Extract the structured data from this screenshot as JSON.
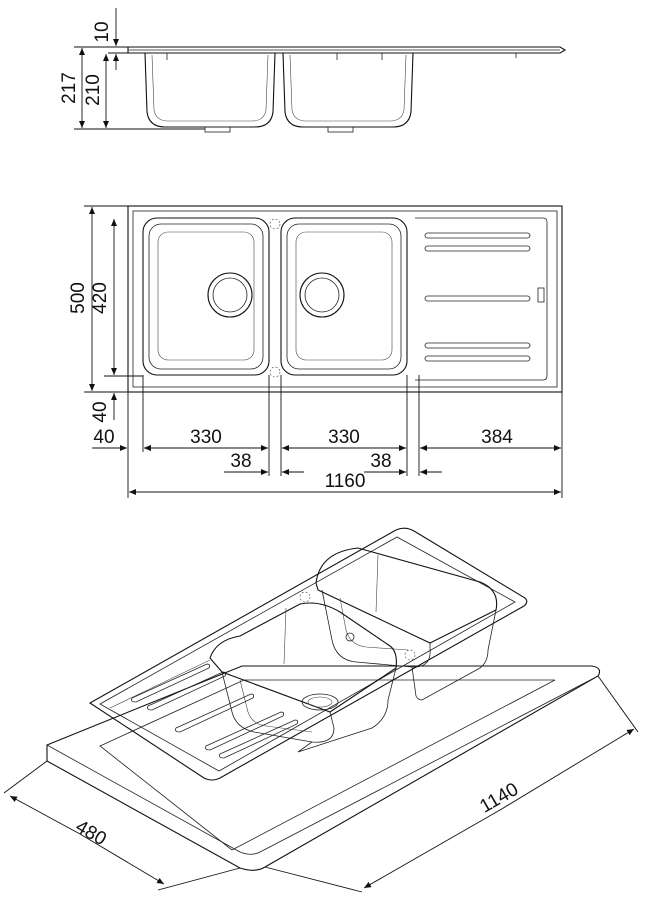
{
  "side_view": {
    "dim_top_thickness": "10",
    "dim_total_depth": "217",
    "dim_bowl_depth": "210"
  },
  "top_view": {
    "dim_width": "500",
    "dim_bowl_height": "420",
    "dim_lower_margin": "40",
    "dim_left_margin": "40",
    "dim_bowl_1_width": "330",
    "dim_bowl_2_width": "330",
    "dim_drainer_width": "384",
    "dim_gap_1": "38",
    "dim_gap_2": "38",
    "dim_total_length": "1160"
  },
  "iso_view": {
    "dim_cutout_depth": "480",
    "dim_cutout_length": "1140"
  }
}
